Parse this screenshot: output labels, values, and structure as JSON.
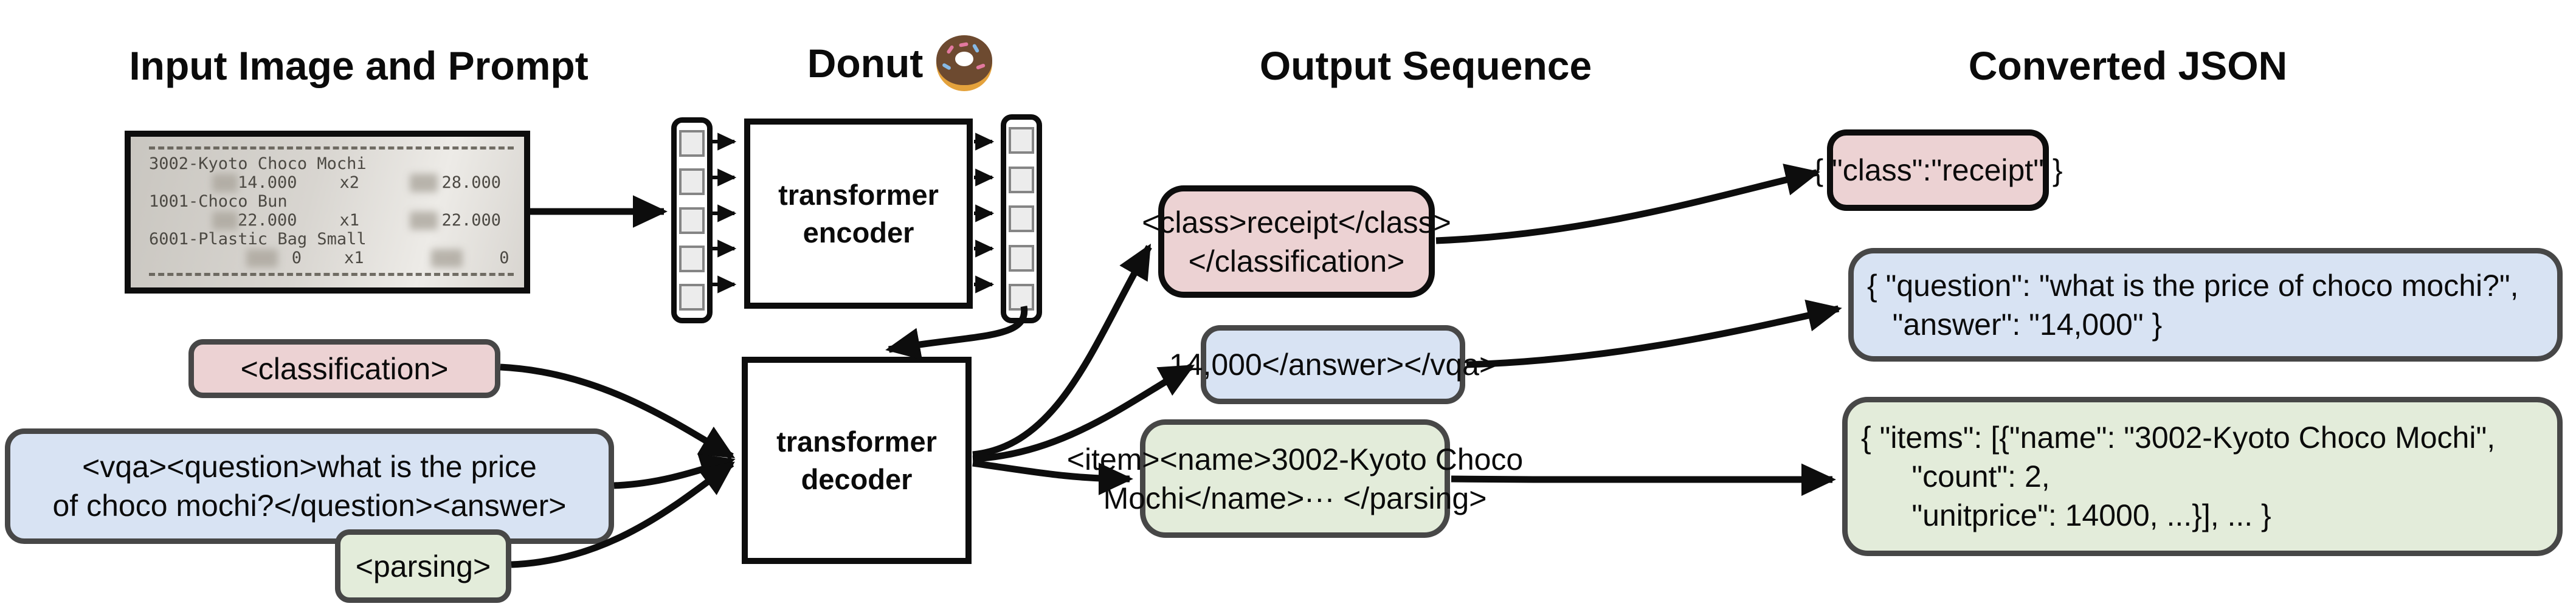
{
  "headings": {
    "input": "Input Image and Prompt",
    "model": "Donut",
    "output": "Output Sequence",
    "json": "Converted JSON"
  },
  "receipt": {
    "items": [
      {
        "name": "3002-Kyoto Choco Mochi",
        "price": "14.000",
        "qty": "x2",
        "total": "28.000"
      },
      {
        "name": "1001-Choco Bun",
        "price": "22.000",
        "qty": "x1",
        "total": "22.000"
      },
      {
        "name": "6001-Plastic Bag Small",
        "price": "0",
        "qty": "x1",
        "total": "0"
      }
    ]
  },
  "model": {
    "encoder": "transformer\nencoder",
    "decoder": "transformer\ndecoder"
  },
  "prompts": {
    "classification": "<classification>",
    "vqa": "<vqa><question>what is the price\nof choco mochi?</question><answer>",
    "parsing": "<parsing>"
  },
  "outputs": {
    "classification": "<class>receipt</class>\n</classification>",
    "vqa": "14,000</answer></vqa>",
    "parsing": "<item><name>3002-Kyoto Choco\nMochi</name>··· </parsing>"
  },
  "json_outputs": {
    "classification": "{ \"class\":\"receipt\" }",
    "vqa": "{ \"question\": \"what is the price of choco mochi?\",\n   \"answer\": \"14,000\" }",
    "parsing": "{ \"items\": [{\"name\": \"3002-Kyoto Choco Mochi\",\n      \"count\": 2,\n      \"unitprice\": 14000, ...}], ... }"
  },
  "colors": {
    "pink_fill": "#ecd2d3",
    "blue_fill": "#d8e3f3",
    "green_fill": "#e3ecda",
    "gray_border": "#474747",
    "black": "#0d0d0d"
  }
}
